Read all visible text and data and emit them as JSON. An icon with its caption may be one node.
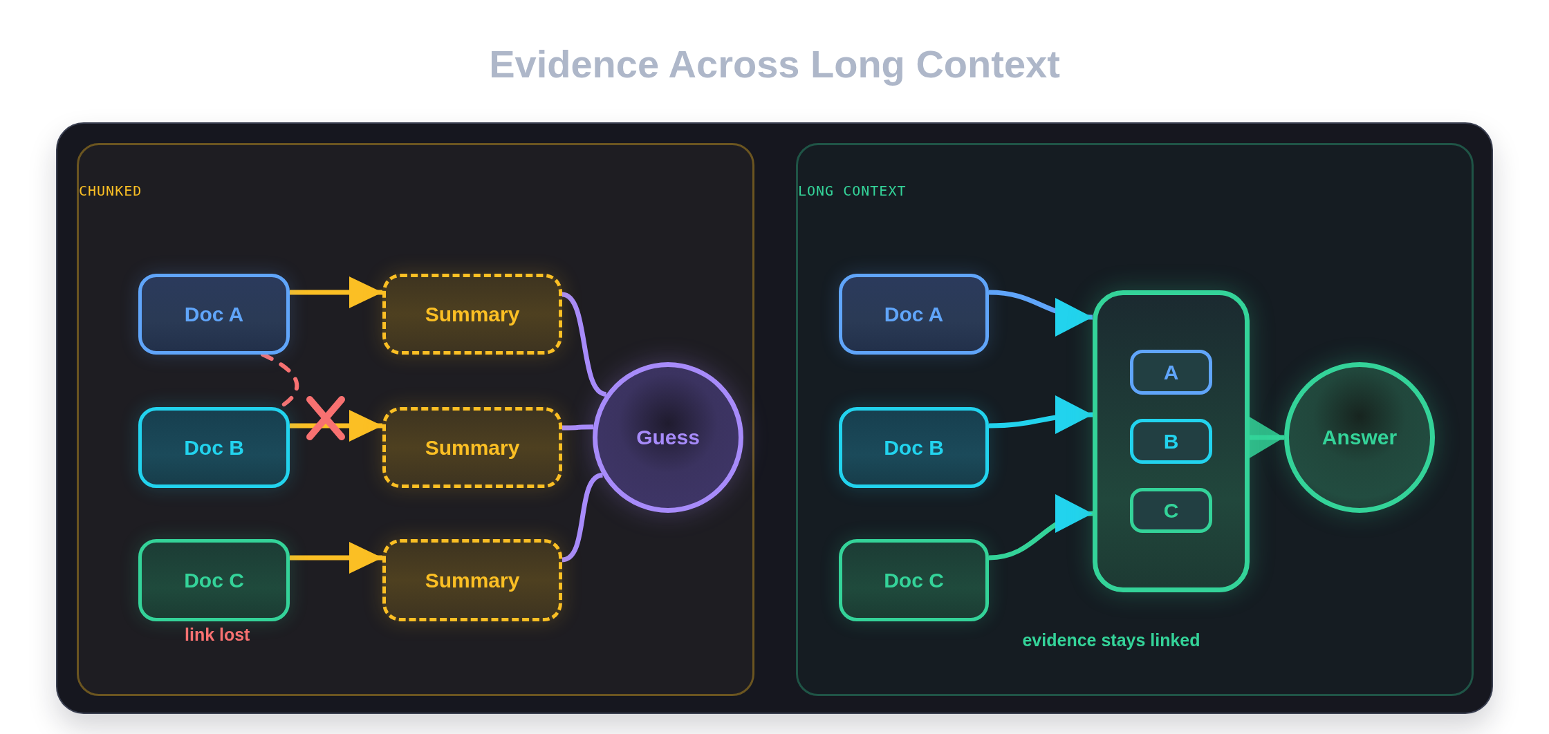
{
  "diagram": {
    "title": "Evidence Across Long Context",
    "nodes": [
      {
        "text": [
          "CHUNKED"
        ]
      },
      {
        "text": [
          "Doc A"
        ],
        "in": 0
      },
      {
        "text": [
          "Summary"
        ],
        "in": 0
      },
      {
        "text": [
          "Doc B"
        ],
        "in": 0
      },
      {
        "text": [
          "Summary"
        ],
        "in": 0
      },
      {
        "text": [
          "Doc C"
        ],
        "in": 0,
        "beside": [
          "link lost"
        ]
      },
      {
        "text": [
          "Summary"
        ],
        "in": 0
      },
      {
        "text": [
          "Guess"
        ],
        "in": 0
      },
      {
        "text": [
          "LONG CONTEXT"
        ]
      },
      {
        "text": [
          "Doc A"
        ],
        "in": 8
      },
      {
        "text": [
          "Doc B"
        ],
        "in": 8
      },
      {
        "text": [
          "Doc C"
        ],
        "in": 8
      },
      {
        "text": [],
        "shape": "box",
        "in": 8
      },
      {
        "text": [
          "A"
        ],
        "in": 12
      },
      {
        "text": [
          "B"
        ],
        "in": 12
      },
      {
        "text": [
          "C"
        ],
        "in": 12
      },
      {
        "text": [
          "Answer"
        ],
        "in": 8
      }
    ],
    "edges": [
      {
        "from": 1,
        "to": 2,
        "arrow": "to",
        "color": "#fbbf24"
      },
      {
        "from": 3,
        "to": 4,
        "arrow": "to",
        "color": "#fbbf24"
      },
      {
        "from": 5,
        "to": 6,
        "arrow": "to",
        "color": "#fbbf24"
      },
      {
        "from": 2,
        "to": 7,
        "arrow": "none",
        "color": "#a78bfa"
      },
      {
        "from": 4,
        "to": 7,
        "arrow": "none",
        "color": "#a78bfa"
      },
      {
        "from": 6,
        "to": 7,
        "arrow": "none",
        "color": "#a78bfa"
      },
      {
        "from": 1,
        "to": 3,
        "arrow": "none",
        "style": "dashed",
        "color": "#f87171"
      },
      {
        "from": 9,
        "to": 12,
        "arrow": "to",
        "color": "#60a5fa"
      },
      {
        "from": 10,
        "to": 12,
        "arrow": "to",
        "color": "#22d3ee"
      },
      {
        "from": 11,
        "to": 12,
        "arrow": "to",
        "color": "#34d399"
      },
      {
        "from": 12,
        "to": 16,
        "arrow": "to",
        "color": "#34d399"
      }
    ],
    "labels": [
      "evidence stays linked"
    ]
  }
}
